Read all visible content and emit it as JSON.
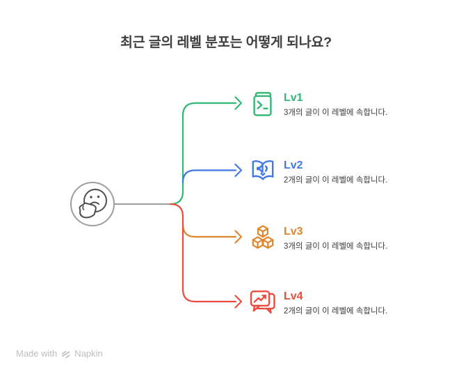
{
  "title": "최근 글의 레벨 분포는 어떻게 되나요?",
  "center": {
    "icon": "thinking-face-icon",
    "outline_color": "#9d9d9d",
    "face_color": "#4e4e4e"
  },
  "branches": [
    {
      "label": "Lv1",
      "count": "3",
      "description": "3개의 글이 이 레벨에 속합니다.",
      "color": "#2eb873",
      "icon": "code-book-icon"
    },
    {
      "label": "Lv2",
      "count": "2",
      "description": "2개의 글이 이 레벨에 속합니다.",
      "color": "#4078e8",
      "icon": "audio-book-icon"
    },
    {
      "label": "Lv3",
      "count": "3",
      "description": "3개의 글이 이 레벨에 속합니다.",
      "color": "#e0852b",
      "icon": "cubes-icon"
    },
    {
      "label": "Lv4",
      "count": "2",
      "description": "2개의 글이 이 레벨에 속합니다.",
      "color": "#ea4b3c",
      "icon": "chat-growth-icon"
    }
  ],
  "footer": {
    "made_with": "Made with",
    "brand": "Napkin",
    "icon": "napkin-logo-icon",
    "color": "#bdbdbd"
  },
  "colors": {
    "background": "#ffffff",
    "title_text": "#3e3e3e",
    "body_text": "#3a3a3a",
    "gray_line": "#9d9d9d"
  }
}
